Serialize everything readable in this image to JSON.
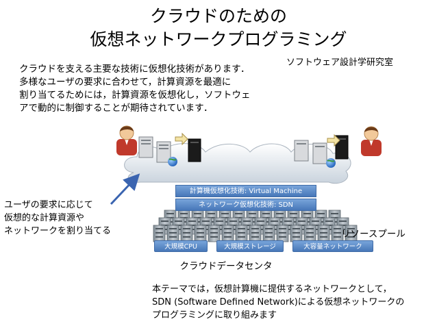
{
  "title": {
    "line1": "クラウドのための",
    "line2": "仮想ネットワークプログラミング"
  },
  "lab_name": "ソフトウェア設計学研究室",
  "intro_text": "クラウドを支える主要な技術に仮想化技術があります．\n多様なユーザの要求に合わせて，計算資源を最適に\n割り当てるためには，計算資源を仮想化し，ソフトウェ\nアで動的に制御することが期待されています．",
  "diagram": {
    "side_note": "ユーザの要求に応じて\n仮想的な計算資源や\nネットワークを割り当てる",
    "layer_vm": "計算機仮想化技術: Virtual Machine",
    "layer_sdn": "ネットワーク仮想化技術: SDN",
    "resource_pool": "リソースプール",
    "caps": [
      "大規模CPU",
      "大規模ストレージ",
      "大容量ネットワーク"
    ],
    "datacenter": "クラウドデータセンタ"
  },
  "conclusion": "本テーマでは，仮想計算機に提供するネットワークとして，\n SDN (Software Defined Network)による仮想ネットワークの\nプログラミングに取り組みます",
  "colors": {
    "layer_blue": "#4f81bd",
    "user_red": "#c0392b",
    "arrow_blue": "#3a64b0"
  },
  "icons": [
    "user-icon",
    "server-icon",
    "globe-icon",
    "cloud-icon",
    "rack-server-icon",
    "arrow-icon"
  ]
}
